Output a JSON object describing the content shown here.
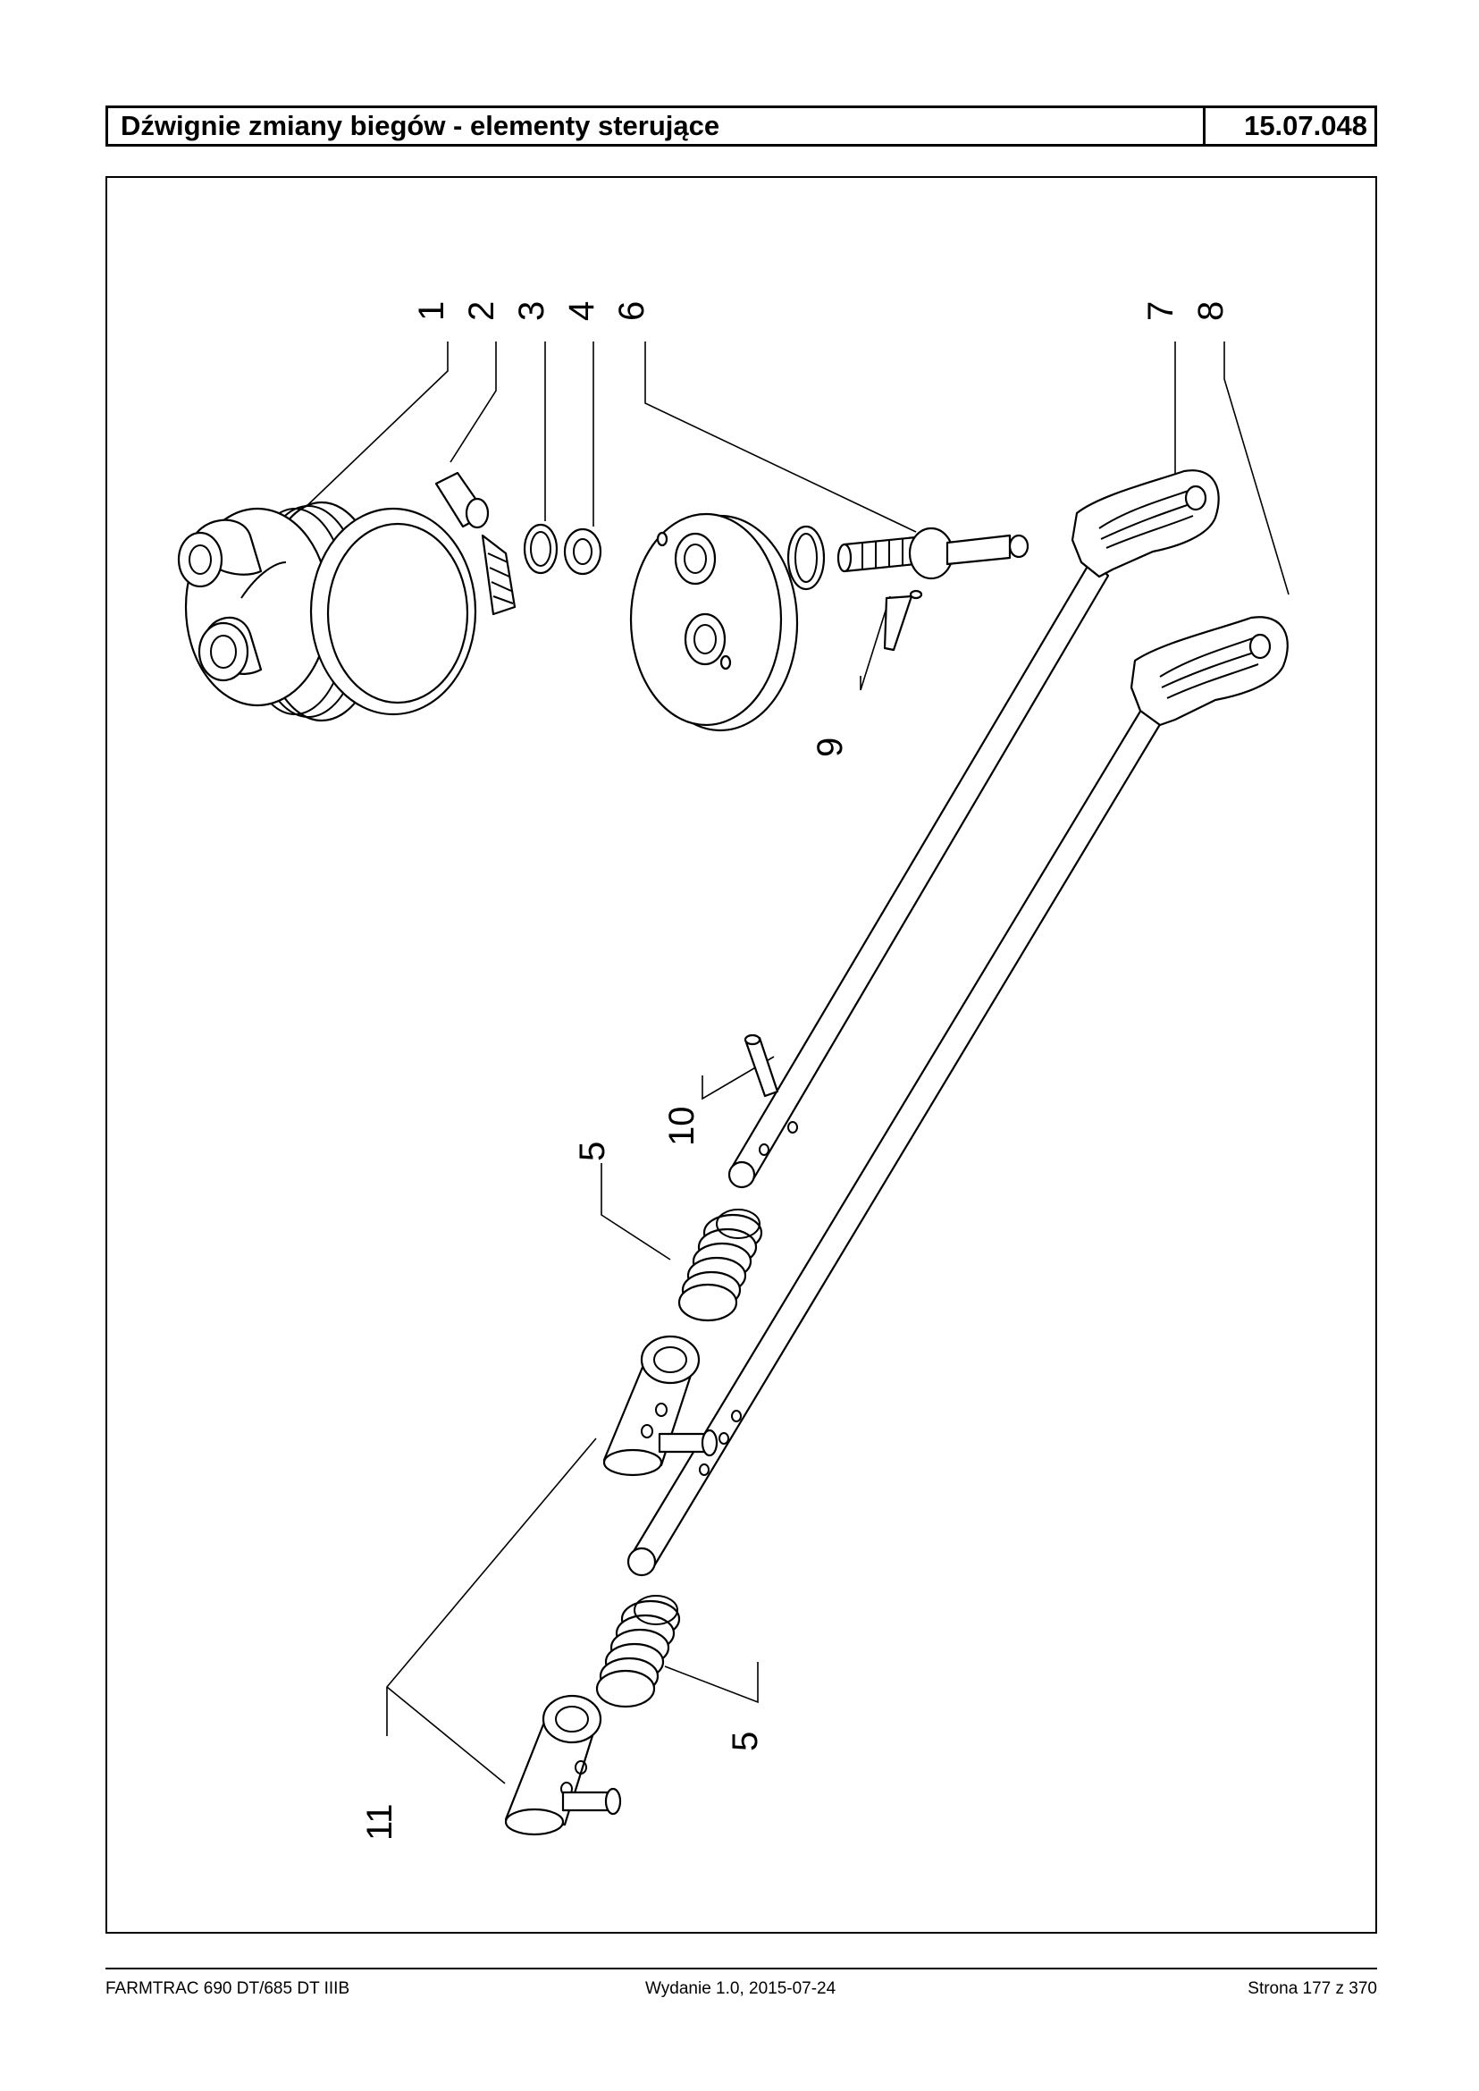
{
  "header": {
    "title": "Dźwignie zmiany biegów - elementy sterujące",
    "code": "15.07.048"
  },
  "callouts": [
    "1",
    "2",
    "3",
    "4",
    "6",
    "7",
    "8",
    "9",
    "10",
    "5",
    "5",
    "11"
  ],
  "footer": {
    "model": "FARMTRAC 690 DT/685 DT IIIB",
    "edition": "Wydanie 1.0,  2015-07-24",
    "page": "Strona 177 z 370"
  }
}
